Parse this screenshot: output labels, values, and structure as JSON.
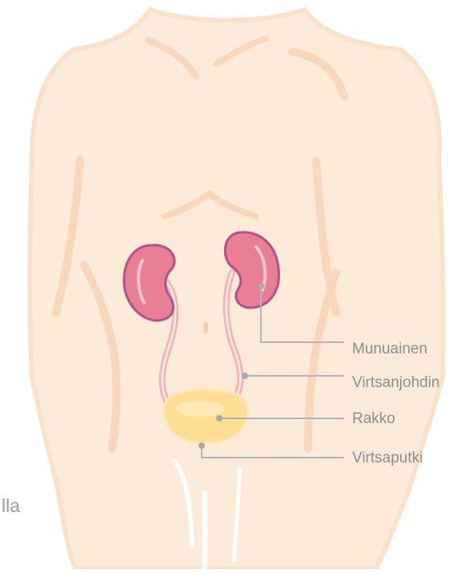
{
  "labels": {
    "kidney": "Munuainen",
    "ureter": "Virtsanjohdin",
    "bladder": "Rakko",
    "urethra": "Virtsaputki"
  },
  "cropped_text": "lla",
  "colors": {
    "body_fill": "#fdebd9",
    "body_outline": "#f9dcc0",
    "kidney_fill": "#e87f95",
    "kidney_outline": "#b4508a",
    "ureter": "#f2b1ae",
    "bladder_fill": "#fcdf93",
    "leader_line": "#b3b3b3",
    "label_text": "#8d8d8d"
  }
}
